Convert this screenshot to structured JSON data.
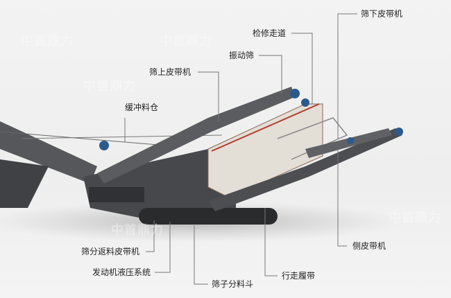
{
  "watermark": "中首鼎力",
  "labels": {
    "under_screen_conveyor": "筛下皮带机",
    "service_walkway": "检修走道",
    "vibrating_screen": "振动筛",
    "over_screen_conveyor": "筛上皮带机",
    "feed_hopper": "缓冲料仓",
    "return_conveyor": "筛分返料皮带机",
    "engine_hydraulic": "发动机液压系统",
    "screen_chute": "筛子分料斗",
    "crawler_track": "行走履带",
    "side_conveyor": "侧皮带机"
  },
  "colors": {
    "machine": "#4a4c50",
    "screen_body": "#e6e1da",
    "motor": "#2c5a8c",
    "leader_line": "#777777"
  }
}
